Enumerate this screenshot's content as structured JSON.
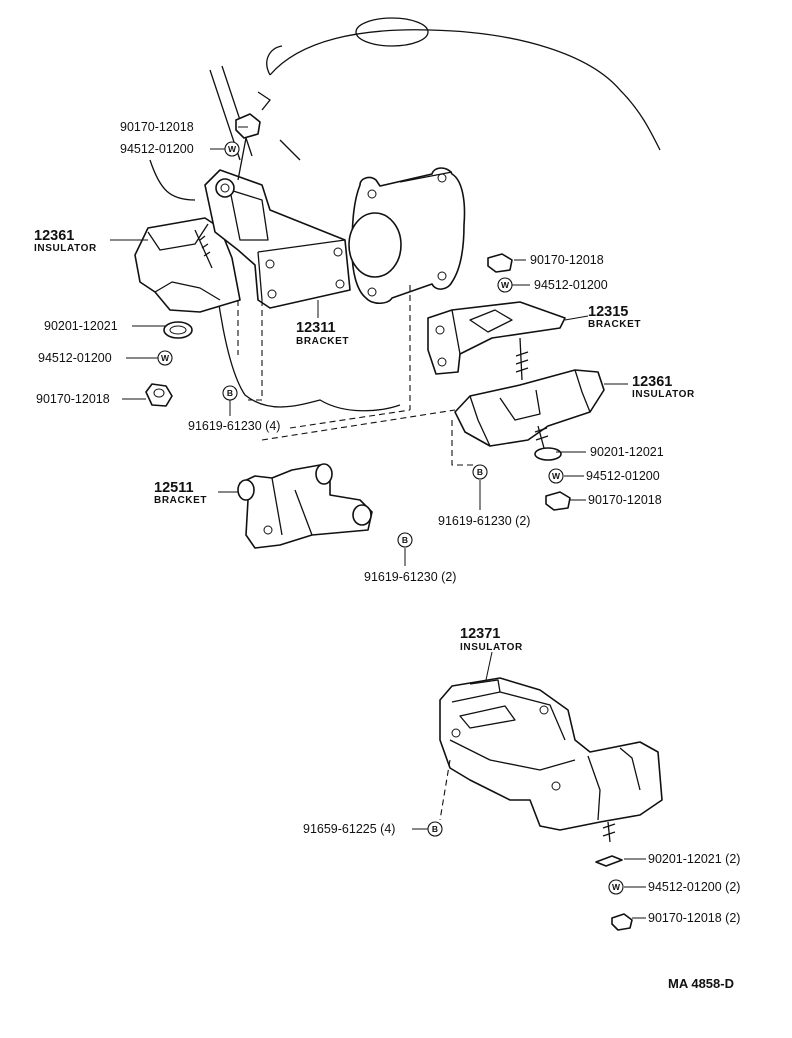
{
  "labels": {
    "l1": "90170-12018",
    "l2": "94512-01200",
    "l3n": "12361",
    "l3c": "INSULATOR",
    "l4": "90201-12021",
    "l5": "94512-01200",
    "l6": "90170-12018",
    "l7": "91619-61230 (4)",
    "l8n": "12311",
    "l8c": "BRACKET",
    "l9": "90170-12018",
    "l10": "94512-01200",
    "l11n": "12315",
    "l11c": "BRACKET",
    "l12n": "12361",
    "l12c": "INSULATOR",
    "l13": "90201-12021",
    "l14": "94512-01200",
    "l15": "90170-12018",
    "l16": "91619-61230 (2)",
    "l17n": "12511",
    "l17c": "BRACKET",
    "l18": "91619-61230 (2)",
    "l19n": "12371",
    "l19c": "INSULATOR",
    "l20": "91659-61225 (4)",
    "l21": "90201-12021 (2)",
    "l22": "94512-01200 (2)",
    "l23": "90170-12018 (2)"
  },
  "symbols": {
    "washer": "W",
    "bolt": "B"
  },
  "reference": "MA  4858-D"
}
